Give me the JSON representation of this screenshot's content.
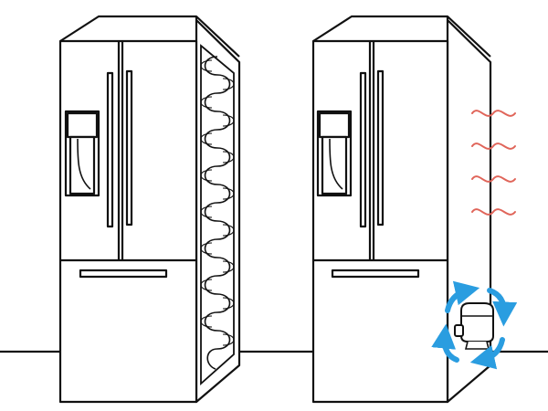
{
  "illustration": {
    "panels": [
      {
        "id": "left",
        "name": "fridge-with-rear-condenser-coils"
      },
      {
        "id": "right",
        "name": "fridge-with-side-heat-and-compressor"
      }
    ],
    "colors": {
      "outline": "#111111",
      "fill": "#ffffff",
      "heat": "#e0655a",
      "airflow": "#2a9de0"
    },
    "icons": [
      "condenser-coil-icon",
      "heat-wave-icon",
      "compressor-icon",
      "circulation-arrows-icon"
    ],
    "heat_wave_count": 4,
    "airflow_arrow_count": 4
  }
}
